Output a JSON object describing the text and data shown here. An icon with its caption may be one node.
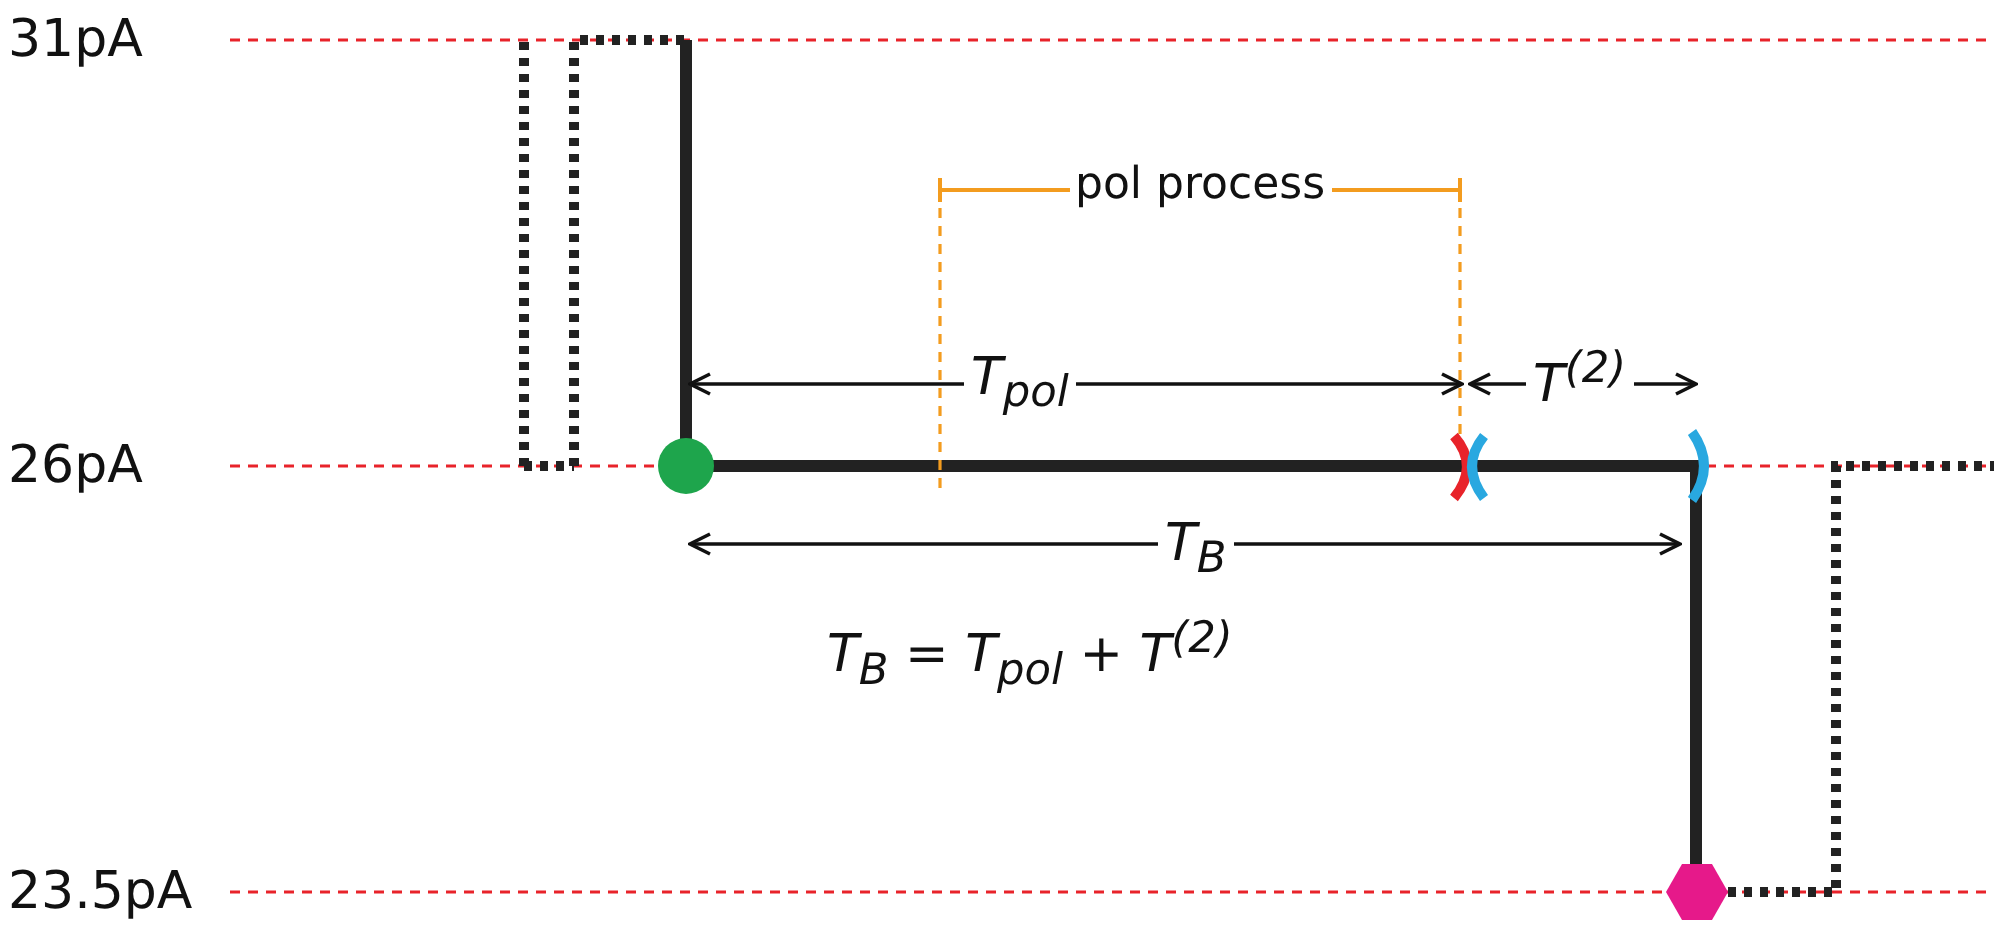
{
  "diagram": {
    "labels": [
      "31pA",
      "26pA",
      "23.5pA",
      "pol process",
      "T$_{pol}$",
      "T$^{(2)}$",
      "T$_{B}$",
      "T$_{B}$ = T$_{pol}$ + T$^{(2)}$"
    ]
  }
}
